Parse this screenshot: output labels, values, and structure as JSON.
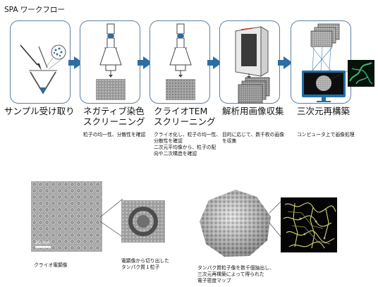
{
  "title": "SPA ワークフロー",
  "steps": [
    {
      "label": "サンプル受け取り",
      "desc": ""
    },
    {
      "label": "ネガティブ染色\nスクリーニング",
      "desc": "粒子の均一性、分散性を確認"
    },
    {
      "label": "クライオTEM\nスクリーニング",
      "desc": "クライオ化し、粒子の均一性、\n分散性を確認\n二次元平均像から、粒子の配\n向や二次構造を確認"
    },
    {
      "label": "解析用画像収集",
      "desc": "目的に応じて、数千枚の画像\nを収集"
    },
    {
      "label": "三次元再構築",
      "desc": "コンピュータ上で画像処理"
    }
  ],
  "bottom": {
    "scale_bar": "20 nm",
    "cryo_caption": "クライオ電顕像",
    "particle_caption": "電顕像から切り出した\nタンパク質１粒子",
    "map_caption": "タンパク質粒子像を数千個抽出し、\n三次元再構築によって得られた\n電子密度マップ"
  },
  "colors": {
    "card_border": "#5d7fa6",
    "arrow": "#2b6ea6",
    "monitor": "#1f6fa8",
    "density_map": "#d6d27a"
  }
}
